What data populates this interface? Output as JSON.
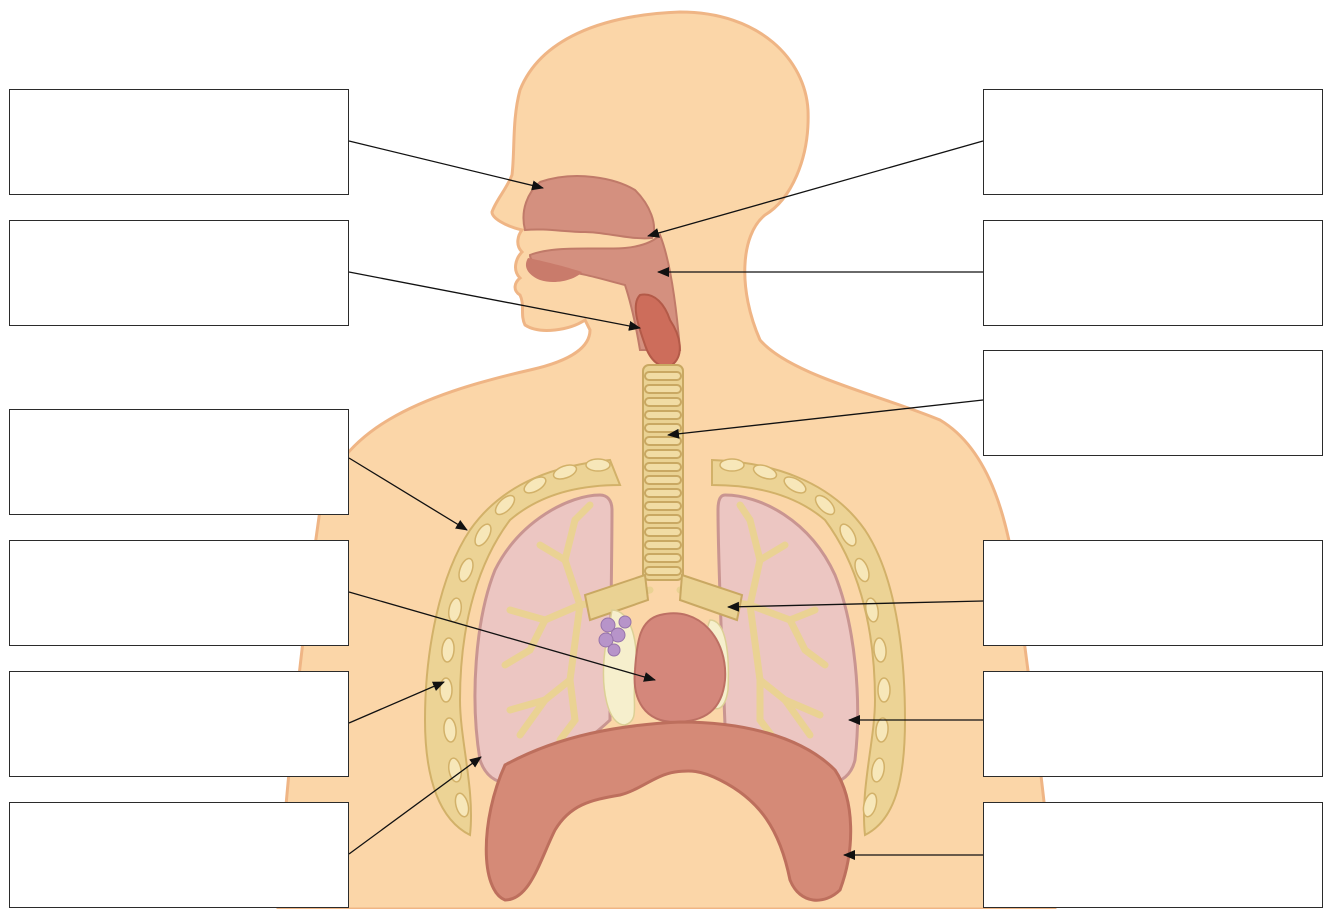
{
  "colors": {
    "skin": "#fbd6a8",
    "skin_edge": "#efb585",
    "rib": "#ecd395",
    "rib_edge": "#d2b169",
    "lung": "#ecc6c2",
    "lung_edge": "#c99591",
    "airway": "#d48c80",
    "airway_dark": "#c86d5b",
    "heart": "#d4877b",
    "diaphragm": "#d58a77",
    "fat": "#f6efcd",
    "gland": "#b794c9"
  },
  "labels": {
    "left": [
      {
        "id": "nasal-cavity",
        "text": ""
      },
      {
        "id": "larynx",
        "text": ""
      },
      {
        "id": "thoracic-cavity",
        "text": ""
      },
      {
        "id": "heart",
        "text": ""
      },
      {
        "id": "ribs",
        "text": ""
      },
      {
        "id": "pleura",
        "text": ""
      }
    ],
    "right": [
      {
        "id": "oral-cavity",
        "text": ""
      },
      {
        "id": "pharynx",
        "text": ""
      },
      {
        "id": "trachea",
        "text": ""
      },
      {
        "id": "bronchus",
        "text": ""
      },
      {
        "id": "bronchioles",
        "text": ""
      },
      {
        "id": "diaphragm",
        "text": ""
      }
    ]
  },
  "icons": {
    "arrowhead": "arrowhead-icon"
  }
}
